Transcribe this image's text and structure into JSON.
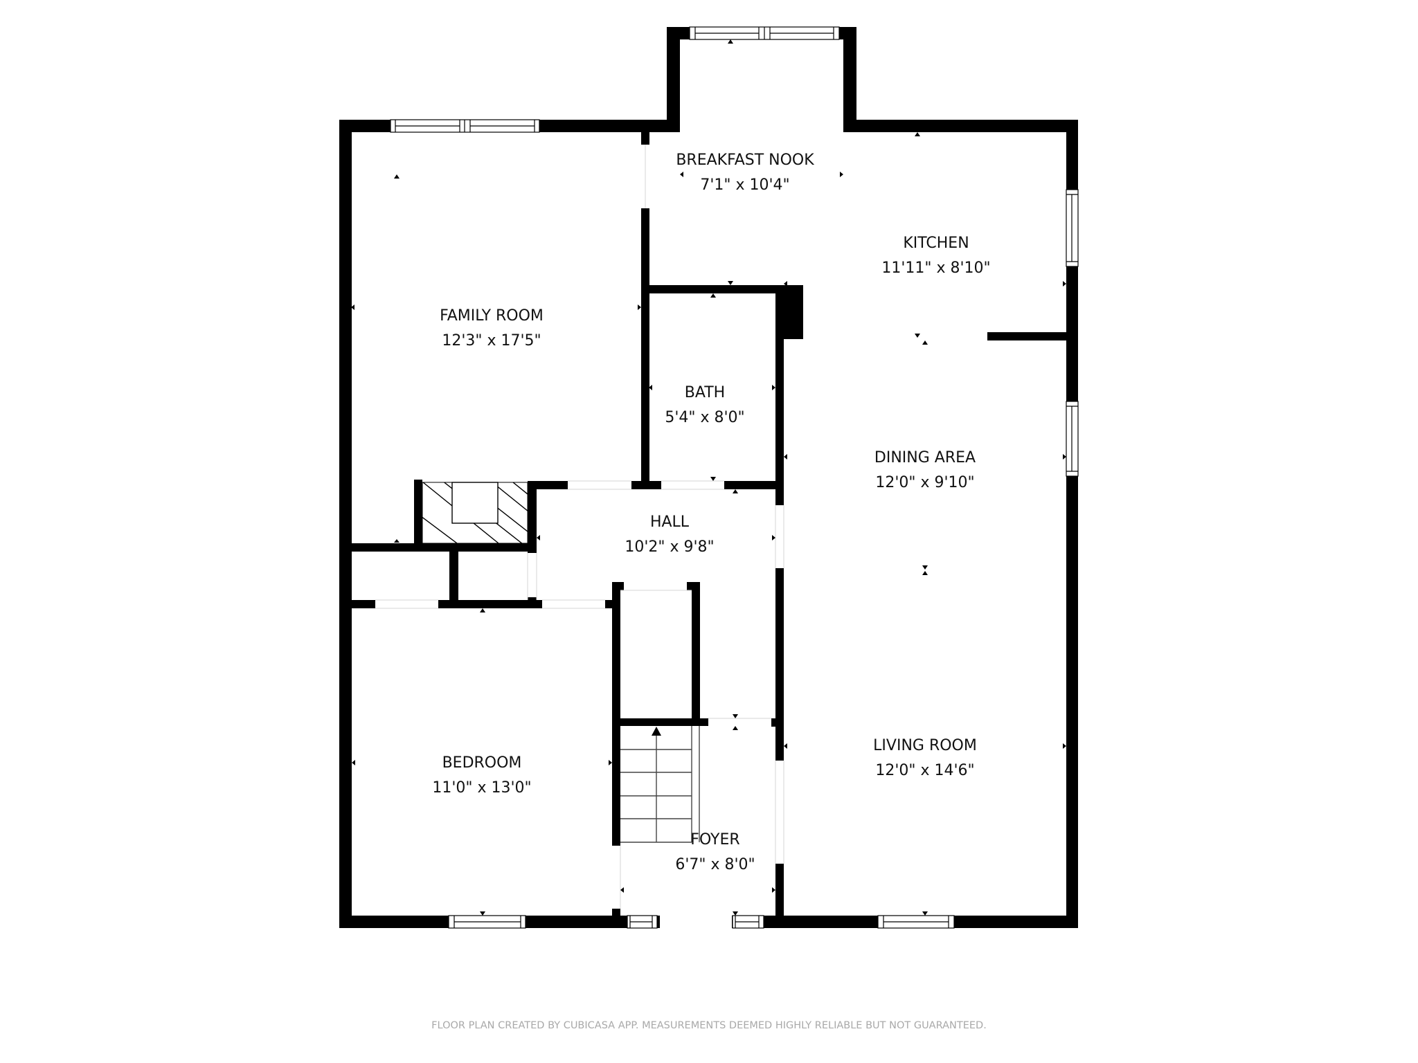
{
  "plan": {
    "rooms": [
      {
        "name": "BREAKFAST NOOK",
        "dims": "7'1\" x 10'4\""
      },
      {
        "name": "KITCHEN",
        "dims": "11'11\" x 8'10\""
      },
      {
        "name": "FAMILY ROOM",
        "dims": "12'3\" x 17'5\""
      },
      {
        "name": "BATH",
        "dims": "5'4\" x 8'0\""
      },
      {
        "name": "DINING AREA",
        "dims": "12'0\" x 9'10\""
      },
      {
        "name": "HALL",
        "dims": "10'2\" x 9'8\""
      },
      {
        "name": "BEDROOM",
        "dims": "11'0\" x 13'0\""
      },
      {
        "name": "LIVING ROOM",
        "dims": "12'0\" x 14'6\""
      },
      {
        "name": "FOYER",
        "dims": "6'7\" x 8'0\""
      }
    ],
    "colors": {
      "wall": "#000000",
      "background": "#ffffff",
      "footer_text": "#a9a9a9"
    }
  },
  "footer": {
    "disclaimer": "FLOOR PLAN CREATED BY CUBICASA APP. MEASUREMENTS DEEMED HIGHLY RELIABLE BUT NOT GUARANTEED."
  }
}
